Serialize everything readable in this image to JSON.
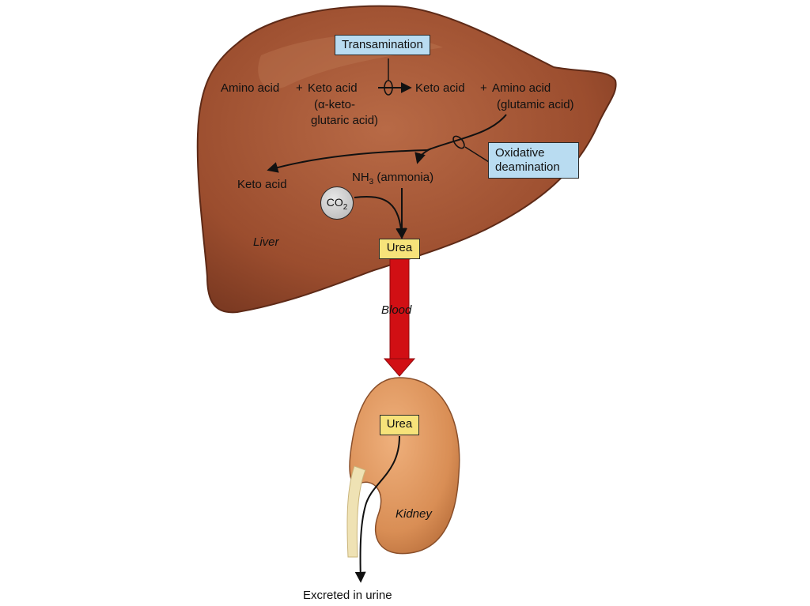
{
  "transamination": {
    "box_label": "Transamination",
    "reactant_amino_acid": "Amino acid",
    "plus_1": "+",
    "reactant_keto_acid": "Keto acid",
    "alpha_keto_line1": "(α-keto-",
    "alpha_keto_line2": "glutaric acid)",
    "product_keto_acid": "Keto acid",
    "plus_2": "+",
    "product_amino_acid": "Amino acid",
    "glutamic_acid": "(glutamic acid)"
  },
  "oxidative_deamination": {
    "box_line1": "Oxidative",
    "box_line2": "deamination",
    "product_keto_acid": "Keto acid",
    "ammonia_formula": "NH",
    "ammonia_subscript": "3",
    "ammonia_name": "(ammonia)"
  },
  "co2": {
    "formula": "CO",
    "subscript": "2"
  },
  "liver": {
    "label": "Liver",
    "urea_label": "Urea",
    "color": "#9b4d2e"
  },
  "blood": {
    "label": "Blood",
    "arrow_color": "#d10f14"
  },
  "kidney": {
    "label": "Kidney",
    "urea_label": "Urea",
    "color": "#d98e55"
  },
  "excretion": {
    "label": "Excreted in urine"
  },
  "colors": {
    "note_box": "#b9dcf1",
    "urea_box": "#f7e37a"
  }
}
